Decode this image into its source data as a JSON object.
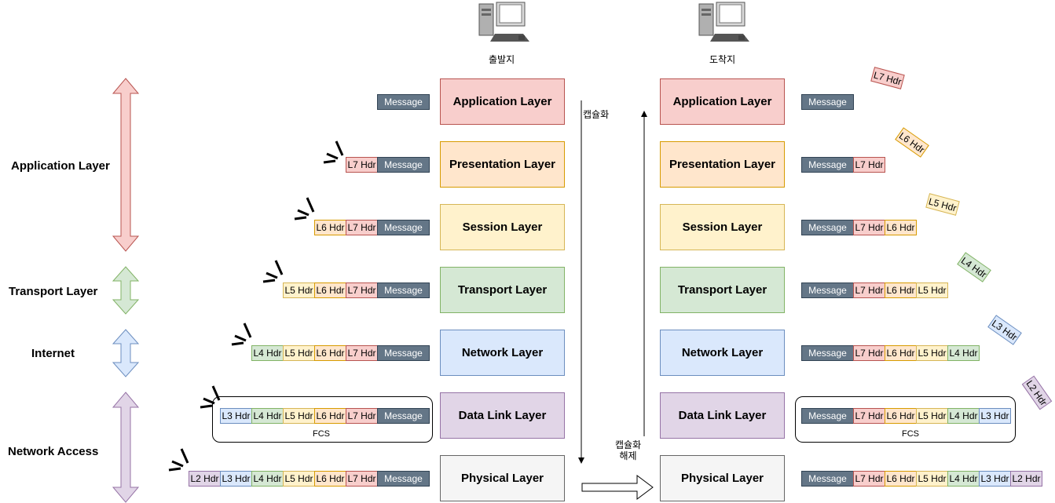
{
  "colors": {
    "red": {
      "fill": "#f8cecc",
      "stroke": "#b85450"
    },
    "orange": {
      "fill": "#ffe6cc",
      "stroke": "#d79b00"
    },
    "yellow": {
      "fill": "#fff2cc",
      "stroke": "#d6b656"
    },
    "green": {
      "fill": "#d5e8d4",
      "stroke": "#82b366"
    },
    "blue": {
      "fill": "#dae8fc",
      "stroke": "#6c8ebf"
    },
    "purple": {
      "fill": "#e1d5e7",
      "stroke": "#9673a6"
    },
    "gray": {
      "fill": "#f5f5f5",
      "stroke": "#666666"
    },
    "message": {
      "fill": "#647687",
      "stroke": "#314354"
    }
  },
  "tcpip": {
    "application": "Application Layer",
    "transport": "Transport Layer",
    "internet": "Internet",
    "network_access": "Network Access"
  },
  "source": {
    "label": "출발지"
  },
  "destination": {
    "label": "도착지"
  },
  "osi": {
    "application": "Application Layer",
    "presentation": "Presentation Layer",
    "session": "Session Layer",
    "transport": "Transport Layer",
    "network": "Network Layer",
    "datalink": "Data Link Layer",
    "physical": "Physical Layer"
  },
  "headers": {
    "message": "Message",
    "l7": "L7 Hdr",
    "l6": "L6 Hdr",
    "l5": "L5 Hdr",
    "l4": "L4 Hdr",
    "l3": "L3 Hdr",
    "l2": "L2 Hdr"
  },
  "fcs": "FCS",
  "encapsulation": "캡슐화",
  "decapsulation_line1": "캡슐화",
  "decapsulation_line2": "해제"
}
